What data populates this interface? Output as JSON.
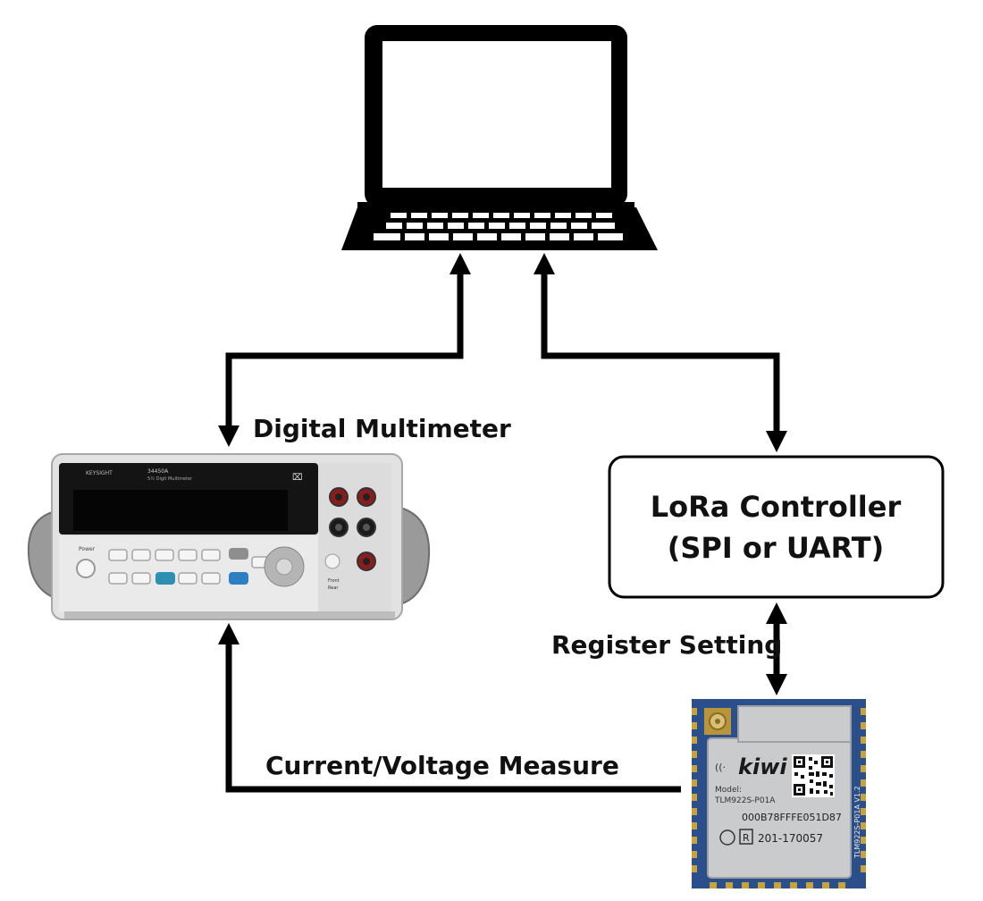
{
  "labels": {
    "multimeter": "Digital Multimeter",
    "register": "Register Setting",
    "measure": "Current/Voltage Measure"
  },
  "controller": {
    "line1": "LoRa Controller",
    "line2": "(SPI or UART)"
  },
  "multimeter_device": {
    "brand": "KEYSIGHT",
    "model": "34450A",
    "subtitle": "5½ Digit Multimeter",
    "power_label": "Power",
    "front_label": "Front",
    "rear_label": "Rear"
  },
  "module": {
    "brand": "kiwi",
    "model_label": "Model:",
    "model": "TLM922S-P01A",
    "id": "000B78FFFE051D87",
    "cert": "201-170057",
    "side_text": "TLM922S-P01A V1.2",
    "r_mark": "R"
  },
  "colors": {
    "line": "#000000",
    "box_border": "#000000",
    "multimeter_body": "#e4e4e4",
    "display": "#0c0c0c",
    "chip_shield": "#c9cbcd",
    "pcb": "#2a4f8a"
  }
}
